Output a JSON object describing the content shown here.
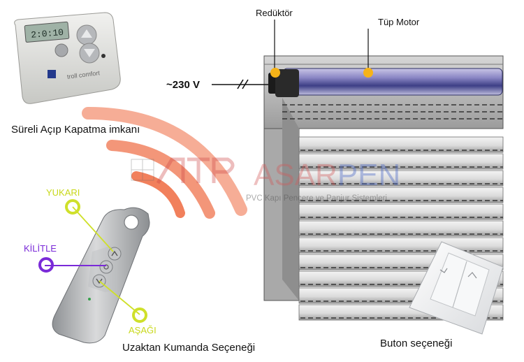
{
  "labels": {
    "reduktor": "Redüktör",
    "tup_motor": "Tüp Motor",
    "voltage": "~230 V",
    "timer": "Süreli Açıp Kapatma imkanı",
    "up": "YUKARI",
    "lock": "KİLİTLE",
    "down": "AŞAĞI",
    "remote": "Uzaktan Kumanda Seçeneği",
    "button": "Buton seçeneği"
  },
  "watermark": {
    "brand_left": "ASAR",
    "brand_right": "PEN",
    "subtitle": "PVC Kapı Pencere ve Panjur Sistemleri"
  },
  "timer_device": {
    "display": "2:0:10",
    "brand": "troll comfort"
  },
  "colors": {
    "dot_orange": "#f6b318",
    "up_accent": "#cfe02a",
    "lock_accent": "#7a2ad8",
    "down_accent": "#cfe02a",
    "signal_wave": "#ee6a40",
    "motor_tube": "#4b4f93"
  }
}
